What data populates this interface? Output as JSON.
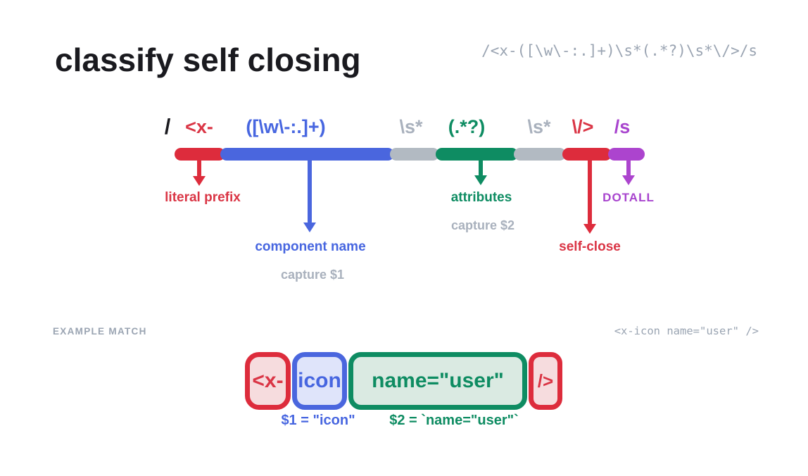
{
  "title": "classify self closing",
  "full_regex": "/<x-([\\w\\-:.]+)\\s*(.*?)\\s*\\/>/s",
  "colors": {
    "red": "#da3545",
    "blue": "#4766e0",
    "green": "#0e8c62",
    "gray": "#a9b1bd",
    "purple": "#a844ce",
    "ink": "#1a1a1f",
    "muted": "#9aa4b2",
    "fill_red": "#f6dcde",
    "fill_blue": "#dfe4fa",
    "fill_green": "#daeae2"
  },
  "breakdown": {
    "delimiter": "/",
    "tokens": [
      {
        "text": "<x-",
        "color": "#da3545"
      },
      {
        "text": "([\\w\\-:.]+)",
        "color": "#4766e0"
      },
      {
        "text": "\\s*",
        "color": "#a9b1bd"
      },
      {
        "text": "(.*?)",
        "color": "#0e8c62"
      },
      {
        "text": "\\s*",
        "color": "#a9b1bd"
      },
      {
        "text": "\\/>",
        "color": "#da3545"
      },
      {
        "text": "/s",
        "color": "#a844ce"
      }
    ],
    "annotations": [
      {
        "label": "literal prefix",
        "color": "#da3545"
      },
      {
        "label": "component name",
        "sub": "capture $1",
        "color": "#4766e0"
      },
      {
        "label": "attributes",
        "sub": "capture $2",
        "color": "#0e8c62"
      },
      {
        "label": "self-close",
        "color": "#da3545"
      },
      {
        "label": "DOTALL",
        "color": "#a844ce"
      }
    ]
  },
  "example": {
    "heading": "EXAMPLE MATCH",
    "match_code": "<x-icon name=\"user\" />",
    "parts": [
      {
        "text": "<x-"
      },
      {
        "text": "icon"
      },
      {
        "text": "name=\"user\""
      },
      {
        "text": "/>"
      }
    ],
    "captures": [
      {
        "text": "$1 = \"icon\""
      },
      {
        "text": "$2 = `name=\"user\"`"
      }
    ]
  }
}
